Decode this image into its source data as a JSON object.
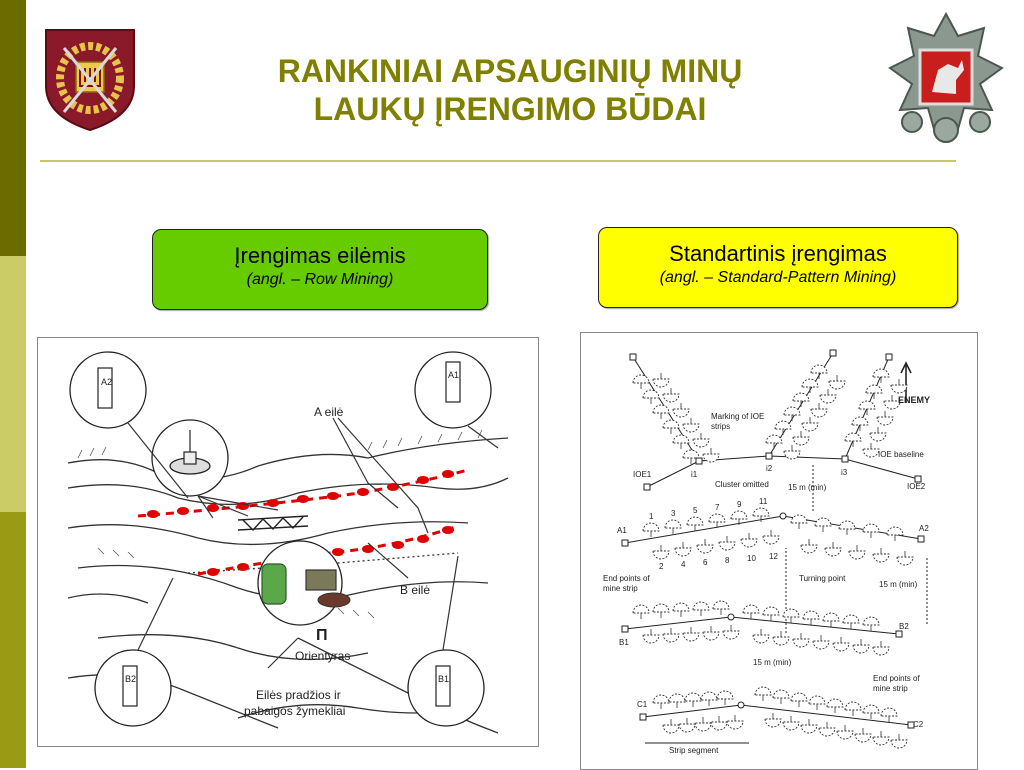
{
  "slide": {
    "title_line1": "RANKINIAI APSAUGINIŲ MINŲ",
    "title_line2": "LAUKŲ ĮRENGIMO BŪDAI",
    "colors": {
      "title": "#808000",
      "green_box": "#66cc00",
      "yellow_box": "#ffff00",
      "mine": "#e00000"
    }
  },
  "left_box": {
    "label": "Įrengimas eilėmis",
    "sub": "(angl. – Row Mining)"
  },
  "right_box": {
    "label": "Standartinis įrengimas",
    "sub": "(angl. – Standard-Pattern Mining)"
  },
  "row_diagram": {
    "row_a": "A eilė",
    "row_b": "B eilė",
    "guide_symbol": "Π",
    "guide": "Orientyras",
    "markers_line1": "Eilės pradžios ir",
    "markers_line2": "pabaigos žymekliai",
    "marker_a2": "A2",
    "marker_a1": "A1",
    "marker_b2": "B2",
    "marker_b1": "B1"
  },
  "pattern_diagram": {
    "enemy": "ENEMY",
    "marking": "Marking of IOE strips",
    "marking_line1": "Marking of IOE",
    "marking_line2": "strips",
    "ioe1": "IOE1",
    "i1": "i1",
    "i2": "i2",
    "i3": "i3",
    "ioe2": "IOE2",
    "ioe_baseline": "IOE baseline",
    "cluster_omitted": "Cluster omitted",
    "dist_15_top": "15 m (min)",
    "dist_15_right": "15 m (min)",
    "dist_15_mid": "15 m (min)",
    "a1": "A1",
    "a2": "A2",
    "b1": "B1",
    "b2": "B2",
    "c1": "C1",
    "c2": "C2",
    "numbers_top": [
      "1",
      "3",
      "5",
      "7",
      "9",
      "11"
    ],
    "numbers_bottom": [
      "2",
      "4",
      "6",
      "8",
      "10",
      "12"
    ],
    "end_points_left_1": "End points of",
    "end_points_left_2": "mine strip",
    "turning_point": "Turning point",
    "end_points_right_1": "End points of",
    "end_points_right_2": "mine strip",
    "strip_segment": "Strip segment"
  }
}
